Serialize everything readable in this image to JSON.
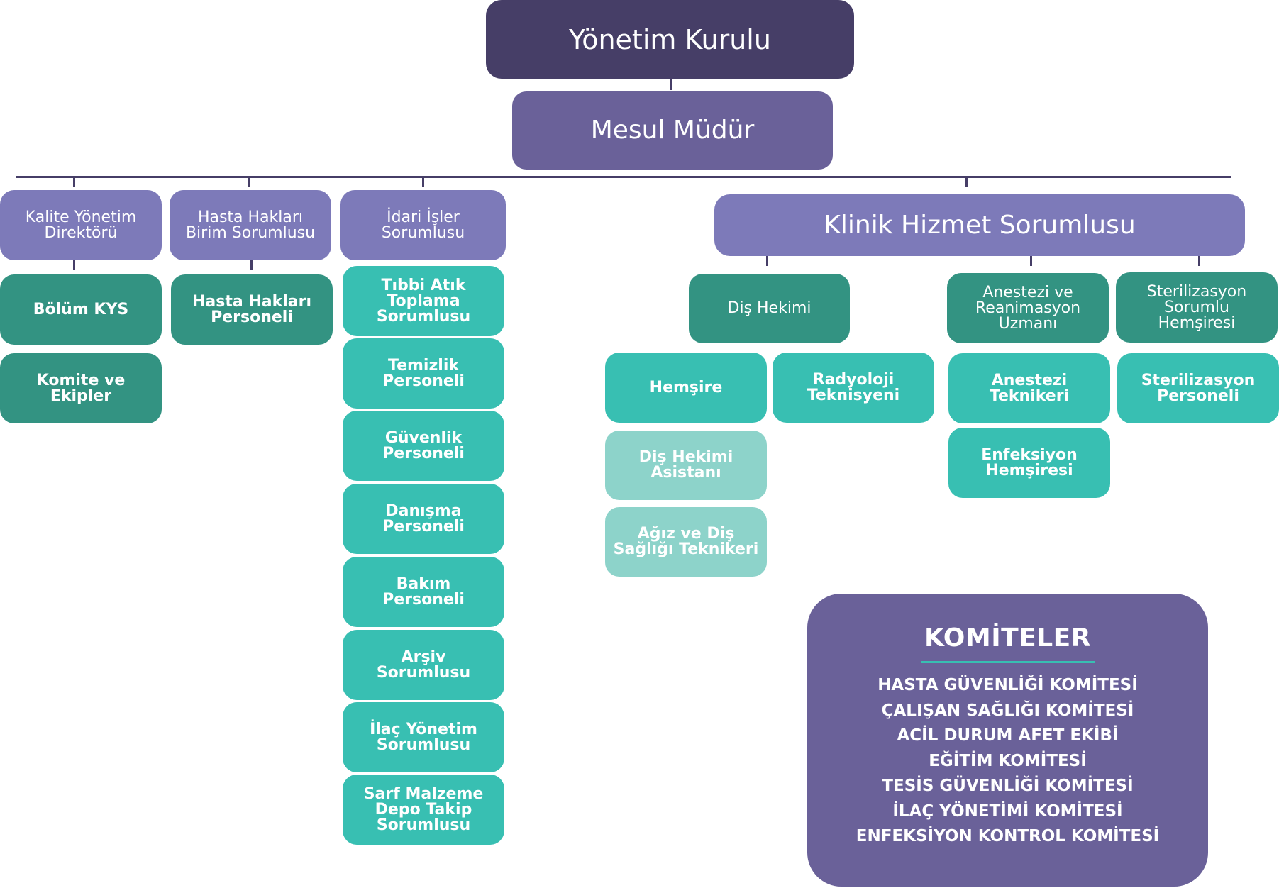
{
  "title": "Organizasyon Şeması",
  "colors": {
    "board": "#463e67",
    "manager": "#6a6199",
    "department_head": "#7d7ab9",
    "unit_lead": "#339382",
    "staff": "#38bfb2",
    "assistant_staff": "#8dd3ca",
    "connector": "#463e67",
    "committee_bg": "#6a6199",
    "committee_rule": "#38bfb2"
  },
  "board": {
    "label": "Yönetim Kurulu"
  },
  "manager": {
    "label": "Mesul Müdür"
  },
  "departments": {
    "quality": {
      "label": "Kalite Yönetim\nDirektörü",
      "children": [
        "Bölüm KYS",
        "Komite ve\nEkipler"
      ]
    },
    "patient_rights": {
      "label": "Hasta Hakları\nBirim Sorumlusu",
      "children": [
        "Hasta Hakları\nPersoneli"
      ]
    },
    "administrative": {
      "label": "İdari İşler\nSorumlusu",
      "children": [
        "Tıbbi Atık\nToplama\nSorumlusu",
        "Temizlik\nPersoneli",
        "Güvenlik\nPersoneli",
        "Danışma\nPersoneli",
        "Bakım\nPersoneli",
        "Arşiv\nSorumlusu",
        "İlaç Yönetim\nSorumlusu",
        "Sarf Malzeme\nDepo Takip\nSorumlusu"
      ]
    },
    "clinical": {
      "label": "Klinik Hizmet Sorumlusu",
      "units": {
        "dentist": {
          "label": "Diş Hekimi",
          "children": [
            "Hemşire",
            "Radyoloji\nTeknisyeni"
          ],
          "assistants": [
            "Diş Hekimi\nAsistanı",
            "Ağız ve Diş\nSağlığı Teknikeri"
          ]
        },
        "anesthesia": {
          "label": "Anestezi ve\nReanimasyon\nUzmanı",
          "children": [
            "Anestezi\nTeknikeri",
            "Enfeksiyon\nHemşiresi"
          ]
        },
        "sterilization": {
          "label": "Sterilizasyon\nSorumlu\nHemşiresi",
          "children": [
            "Sterilizasyon\nPersoneli"
          ]
        }
      }
    }
  },
  "committees": {
    "title": "KOMİTELER",
    "items": [
      "HASTA GÜVENLİĞİ KOMİTESİ",
      "ÇALIŞAN SAĞLIĞI KOMİTESİ",
      "ACİL DURUM AFET EKİBİ",
      "EĞİTİM KOMİTESİ",
      "TESİS GÜVENLİĞİ KOMİTESİ",
      "İLAÇ YÖNETİMİ KOMİTESİ",
      "ENFEKSİYON KONTROL KOMİTESİ"
    ]
  }
}
